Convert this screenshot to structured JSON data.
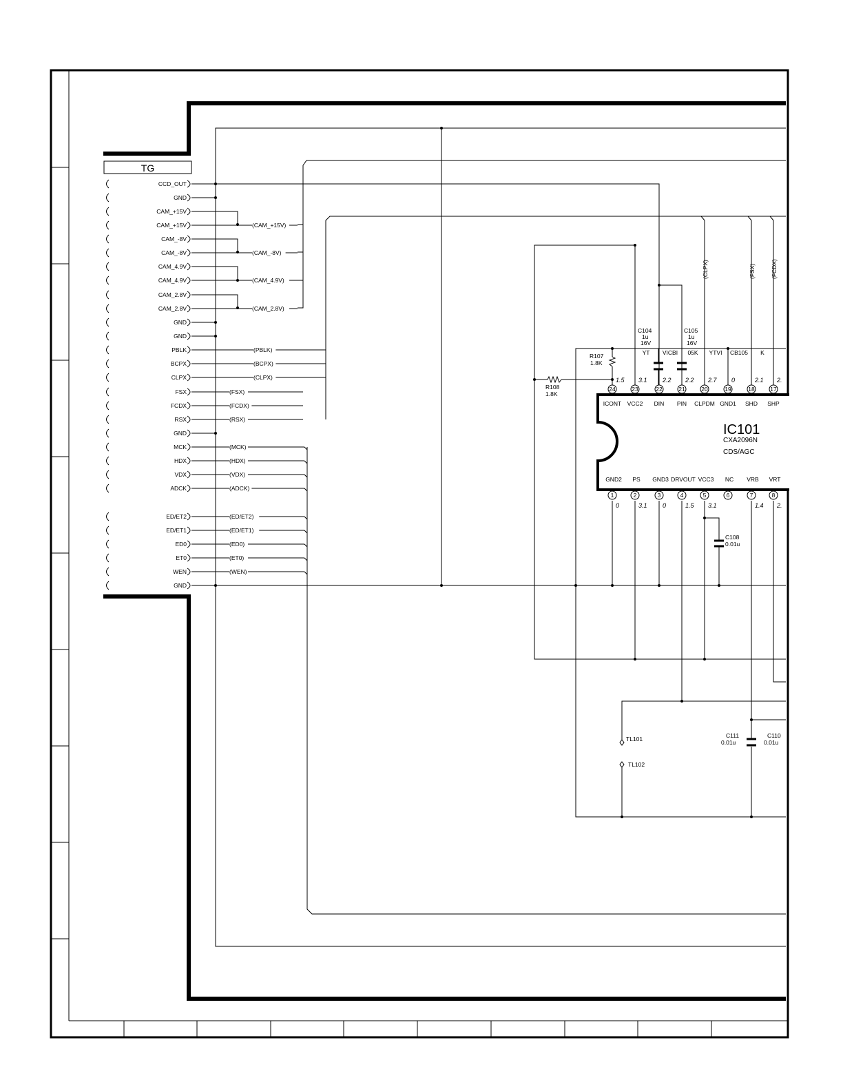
{
  "connector": {
    "title": "TG",
    "pins": [
      {
        "label": "CCD_OUT"
      },
      {
        "label": "GND"
      },
      {
        "label": "CAM_+15V"
      },
      {
        "label": "CAM_+15V",
        "net": "(CAM_+15V)"
      },
      {
        "label": "CAM_-8V"
      },
      {
        "label": "CAM_-8V",
        "net": "(CAM_-8V)"
      },
      {
        "label": "CAM_4.9V"
      },
      {
        "label": "CAM_4.9V",
        "net": "(CAM_4.9V)"
      },
      {
        "label": "CAM_2.8V"
      },
      {
        "label": "CAM_2.8V",
        "net": "(CAM_2.8V)"
      },
      {
        "label": "GND"
      },
      {
        "label": "GND"
      },
      {
        "label": "PBLK",
        "net": "(PBLK)"
      },
      {
        "label": "BCPX",
        "net": "(BCPX)"
      },
      {
        "label": "CLPX",
        "net": "(CLPX)"
      },
      {
        "label": "FSX",
        "net": "(FSX)"
      },
      {
        "label": "FCDX",
        "net": "(FCDX)"
      },
      {
        "label": "RSX",
        "net": "(RSX)"
      },
      {
        "label": "GND"
      },
      {
        "label": "MCK",
        "net": "(MCK)"
      },
      {
        "label": "HDX",
        "net": "(HDX)"
      },
      {
        "label": "VDX",
        "net": "(VDX)"
      },
      {
        "label": "ADCK",
        "net": "(ADCK)"
      },
      {
        "label": "ED/ET2",
        "net": "(ED/ET2)"
      },
      {
        "label": "ED/ET1",
        "net": "(ED/ET1)"
      },
      {
        "label": "ED0",
        "net": "(ED0)"
      },
      {
        "label": "ET0",
        "net": "(ET0)"
      },
      {
        "label": "WEN",
        "net": "(WEN)"
      },
      {
        "label": "GND"
      }
    ]
  },
  "ic": {
    "ref": "IC101",
    "part": "CXA2096N",
    "function": "CDS/AGC",
    "top_pins": [
      {
        "num": "24",
        "name": "ICONT",
        "volt": "1.5",
        "ext": ""
      },
      {
        "num": "23",
        "name": "VCC2",
        "volt": "3.1",
        "ext": "YT"
      },
      {
        "num": "22",
        "name": "DIN",
        "volt": "2.2",
        "ext": "VICBI"
      },
      {
        "num": "21",
        "name": "PIN",
        "volt": "2.2",
        "ext": "05K"
      },
      {
        "num": "20",
        "name": "CLPDM",
        "volt": "2.7",
        "ext": "YTVI"
      },
      {
        "num": "19",
        "name": "GND1",
        "volt": "0",
        "ext": "CB105"
      },
      {
        "num": "18",
        "name": "SHD",
        "volt": "2.1",
        "ext": "K"
      },
      {
        "num": "17",
        "name": "SHP",
        "volt": "2.",
        "ext": ""
      }
    ],
    "bottom_pins": [
      {
        "num": "1",
        "name": "GND2",
        "volt": "0"
      },
      {
        "num": "2",
        "name": "PS",
        "volt": "3.1"
      },
      {
        "num": "3",
        "name": "GND3",
        "volt": "0"
      },
      {
        "num": "4",
        "name": "DRVOUT",
        "volt": "1.5"
      },
      {
        "num": "5",
        "name": "VCC3",
        "volt": "3.1"
      },
      {
        "num": "6",
        "name": "NC",
        "volt": ""
      },
      {
        "num": "7",
        "name": "VRB",
        "volt": "1.4"
      },
      {
        "num": "8",
        "name": "VRT",
        "volt": "2."
      }
    ]
  },
  "components": {
    "c104": {
      "ref": "C104",
      "value": "1u",
      "voltage": "16V"
    },
    "c105": {
      "ref": "C105",
      "value": "1u",
      "voltage": "16V"
    },
    "r107": {
      "ref": "R107",
      "value": "1.8K"
    },
    "r108": {
      "ref": "R108",
      "value": "1.8K"
    },
    "c108": {
      "ref": "C108",
      "value": "0.01u"
    },
    "c111": {
      "ref": "C111",
      "value": "0.01u"
    },
    "c110": {
      "ref": "C110",
      "value": "0.01u"
    },
    "tl101": {
      "ref": "TL101"
    },
    "tl102": {
      "ref": "TL102"
    }
  },
  "net_labels": {
    "clpx_vertical": "(CLPX)",
    "fsx_vertical": "(FSX)",
    "fcdx_vertical": "(FCDX)"
  }
}
